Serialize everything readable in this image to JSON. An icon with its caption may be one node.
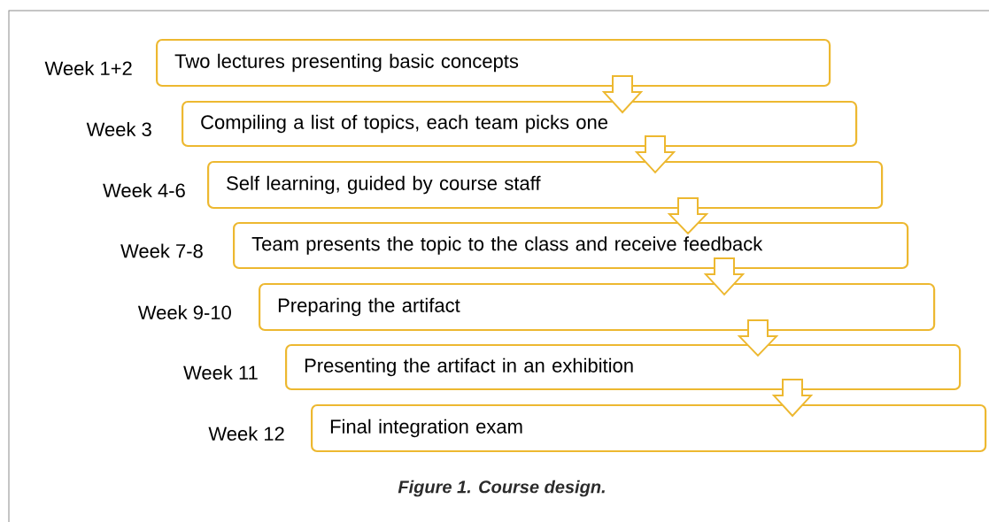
{
  "diagram": {
    "caption": "Figure 1. Course design.",
    "nodes": [
      {
        "text": [
          "Two lectures presenting basic concepts"
        ],
        "beside": [
          "Week 1+2"
        ]
      },
      {
        "text": [
          "Compiling a list of topics, each team picks one"
        ],
        "beside": [
          "Week 3"
        ]
      },
      {
        "text": [
          "Self learning, guided by course staff"
        ],
        "beside": [
          "Week 4-6"
        ]
      },
      {
        "text": [
          "Team presents the topic to the class and receive feedback"
        ],
        "beside": [
          "Week 7-8"
        ]
      },
      {
        "text": [
          "Preparing the artifact"
        ],
        "beside": [
          "Week 9-10"
        ]
      },
      {
        "text": [
          "Presenting the artifact in an exhibition"
        ],
        "beside": [
          "Week 11"
        ]
      },
      {
        "text": [
          "Final integration exam"
        ],
        "beside": [
          "Week 12"
        ]
      }
    ],
    "edges": [
      {
        "from": 0,
        "to": 1,
        "arrow": "to"
      },
      {
        "from": 1,
        "to": 2,
        "arrow": "to"
      },
      {
        "from": 2,
        "to": 3,
        "arrow": "to"
      },
      {
        "from": 3,
        "to": 4,
        "arrow": "to"
      },
      {
        "from": 4,
        "to": 5,
        "arrow": "to"
      },
      {
        "from": 5,
        "to": 6,
        "arrow": "to"
      }
    ]
  }
}
